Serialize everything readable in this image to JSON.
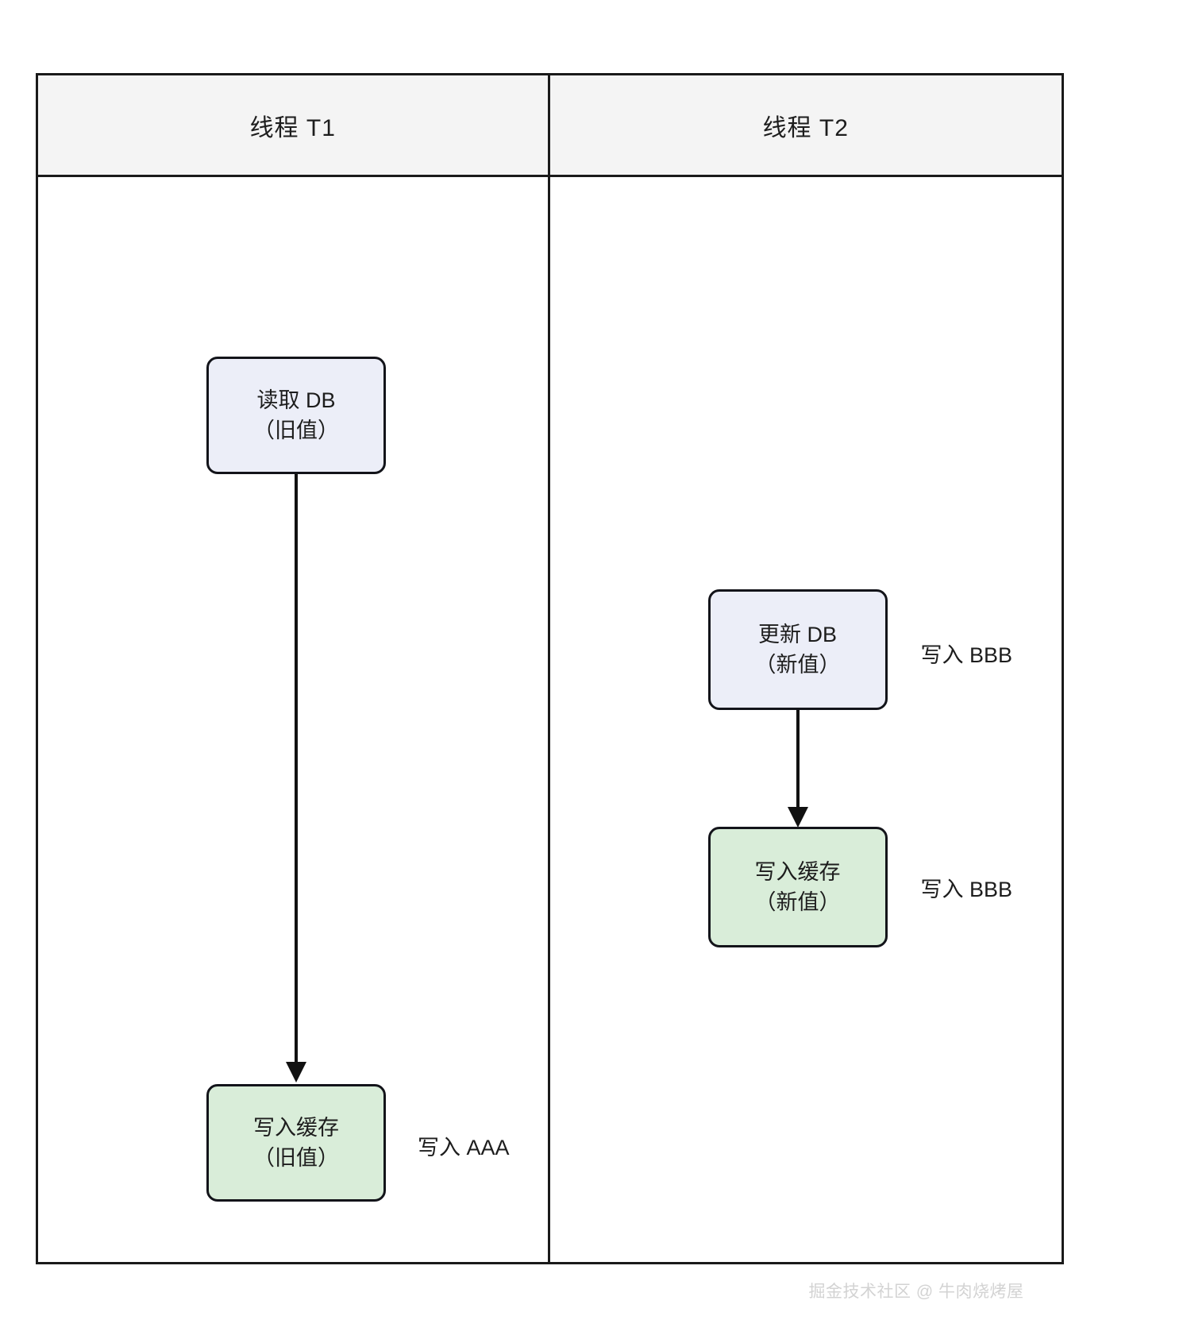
{
  "diagram": {
    "type": "swimlane-sequence",
    "columns": [
      {
        "id": "t1",
        "header": "线程 T1"
      },
      {
        "id": "t2",
        "header": "线程 T2"
      }
    ],
    "nodes": [
      {
        "id": "t1-read-db",
        "lane": "t1",
        "line1": "读取 DB",
        "line2": "（旧值）",
        "fill": "#eceef8",
        "stroke": "#13141a",
        "style": "blue"
      },
      {
        "id": "t1-write-cache",
        "lane": "t1",
        "line1": "写入缓存",
        "line2": "（旧值）",
        "fill": "#d9edd9",
        "stroke": "#13141a",
        "style": "green"
      },
      {
        "id": "t2-update-db",
        "lane": "t2",
        "line1": "更新 DB",
        "line2": "（新值）",
        "fill": "#eceef8",
        "stroke": "#13141a",
        "style": "blue"
      },
      {
        "id": "t2-write-cache",
        "lane": "t2",
        "line1": "写入缓存",
        "line2": "（新值）",
        "fill": "#d9edd9",
        "stroke": "#13141a",
        "style": "green"
      }
    ],
    "edges": [
      {
        "id": "edge-t1",
        "from": "t1-read-db",
        "to": "t1-write-cache"
      },
      {
        "id": "edge-t2",
        "from": "t2-update-db",
        "to": "t2-write-cache"
      }
    ],
    "annotations": [
      {
        "id": "anno-t1-write-cache",
        "target": "t1-write-cache",
        "text": "写入 AAA"
      },
      {
        "id": "anno-t2-update-db",
        "target": "t2-update-db",
        "text": "写入 BBB"
      },
      {
        "id": "anno-t2-write-cache",
        "target": "t2-write-cache",
        "text": "写入 BBB"
      }
    ],
    "watermark": "掘金技术社区 @ 牛肉烧烤屋",
    "colors": {
      "border": "#1a1a1a",
      "header_bg": "#f4f4f4",
      "node_blue": "#eceef8",
      "node_green": "#d9edd9",
      "arrow": "#111111",
      "text": "#1d1d1d",
      "watermark": "#d3d3d3",
      "page_bg": "#ffffff"
    }
  }
}
